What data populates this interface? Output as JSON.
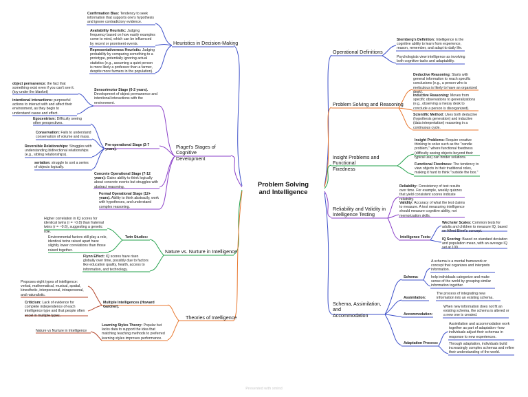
{
  "center": {
    "title_line1": "Problem Solving",
    "title_line2": "and Intelligence"
  },
  "footer": {
    "text": "Presented with xmind"
  },
  "colors": {
    "blue": "#3c4fc9",
    "green": "#23a14b",
    "orange": "#e8762c",
    "purple": "#8a3fc8",
    "teal": "#1aa6a6",
    "darkred": "#b4452a"
  },
  "branches": {
    "heuristics": {
      "label": "Heuristics in Decision-Making",
      "confirmation": {
        "term": "Confirmation Bias:",
        "desc": "Tendency to seek information that supports one's hypothesis and ignore contradictory evidence."
      },
      "availability": {
        "term": "Availability Heuristic:",
        "desc": "Judging frequency based on how easily examples come to mind, which can be influenced by recent or prominent events."
      },
      "representativeness": {
        "term": "Representativeness Heuristic:",
        "desc": "Judging probability by comparing something to a prototype, potentially ignoring actual statistics (e.g., assuming a quiet person is more likely a professor than a farmer, despite more farmers in the population)."
      }
    },
    "piaget": {
      "label_line1": "Piaget's Stages of Cognitive",
      "label_line2": "Development",
      "sensorimotor": {
        "term": "Sensorimotor Stage (0-2 years).",
        "desc": "Development of object permanence and intentional interactions with the environment."
      },
      "object_permanence": {
        "term": "object permanence:",
        "desc": "the fact that something exist even if you can't see it. (toy under the blanket)"
      },
      "intentional": {
        "term": "intentional interactions:",
        "desc": "purposeful actions to interact with and affect their environment, as they begin to understand cause and effect."
      },
      "preop": {
        "label": "Pre-operational Stage (2-7 years)."
      },
      "egocentrism": {
        "term": "Egocentrism:",
        "desc": "Difficulty seeing other perspectives."
      },
      "conservation": {
        "term": "Conservation:",
        "desc": "Fails to understand conservation of volume and mass."
      },
      "reversible": {
        "term": "Reversible Relationships:",
        "desc": "Struggles with understanding bidirectional relationships (e.g., sibling relationships)."
      },
      "seriation": {
        "term": "seriation:",
        "desc": "struggle to sort a series of objects logically."
      },
      "concrete": {
        "term": "Concrete Operational Stage (7-12 years):",
        "desc": "Gains ability to think logically about concrete events but struggles with abstract reasoning."
      },
      "formal": {
        "term": "Formal Operational Stage (12+ years).",
        "desc": "Ability to think abstractly, work with hypotheses, and understand complex reasoning."
      }
    },
    "nature": {
      "label": "Nature vs. Nurture in Intelligence",
      "twin_label": "Twin Studies:",
      "twin_high": {
        "desc": "Higher correlation in IQ scores for identical twins (r = ~0.8) than fraternal twins (r = ~0.6), suggesting a genetic role."
      },
      "twin_env": {
        "desc": "Environmental factors still play a role, identical twins raised apart have slightly lower correlations than those raised together."
      },
      "flynn": {
        "term": "Flynn Effect:",
        "desc": "IQ scores have risen globally over time, possibly due to factors like education quality, health, access to information, and technology."
      }
    },
    "theories": {
      "label": "Theories of Intelligence",
      "multiple": {
        "label": "Multiple Intelligences (Howard Gardner)."
      },
      "proposes": {
        "desc": "Proposes eight types of intelligence: verbal, mathematical, musical, spatial, kinesthetic, interpersonal, intrapersonal, and naturalistic."
      },
      "criticism": {
        "term": "Criticism:",
        "desc": "Lack of evidence for complete independence of each intelligence type and that people often excel in multiple types."
      },
      "learning": {
        "term": "Learning Styles Theory:",
        "desc": "Popular but lacks data to support the idea that matching teaching methods to preferred learning styles improves performance."
      },
      "nature_nurture": {
        "label": "Nature vs Nurture in Intelligence"
      }
    },
    "operational": {
      "label": "Operational Definitions",
      "sternberg": {
        "term": "Sternberg's Definition:",
        "desc": "Intelligence is the cognitive ability to learn from experience, reason, remember, and adapt to daily life."
      },
      "psych": {
        "desc": "Psychologists view intelligence as involving both cognitive tasks and adaptability."
      }
    },
    "reasoning": {
      "label": "Problem Solving and Reasoning",
      "deductive": {
        "term": "Deductive Reasoning:",
        "desc": "Starts with general information to reach specific conclusions (e.g., a person who is meticulous is likely to have an organized desk)."
      },
      "inductive": {
        "term": "Inductive Reasoning:",
        "desc": "Moves from specific observations to generalizations (e.g., observing a messy desk to conclude a person is disorganized)."
      },
      "scientific": {
        "term": "Scientific Method:",
        "desc": "Uses both deductive (hypothesis generation) and inductive (data interpretation) reasoning in a continuous cycle."
      }
    },
    "insight": {
      "label_line1": "Insight Problems and Functional",
      "label_line2": "Fixedness",
      "insight": {
        "term": "Insight Problems:",
        "desc": "Require creative thinking to solve such as the \"candle problem,\" where functional fixedness (difficulty seeing objects beyond their typical use) can hinder solutions."
      },
      "fixedness": {
        "term": "Functional Fixedness:",
        "desc": "The tendency to view objects in their traditional roles, making it hard to think \"outside the box.\""
      }
    },
    "reliability": {
      "label_line1": "Reliability and Validity in",
      "label_line2": "Intelligence Testing",
      "reliability": {
        "term": "Reliability:",
        "desc": "Consistency of test results over time. For example, weekly quizzes that yield consistent scores indicate reliability."
      },
      "validity": {
        "term": "Validity:",
        "desc": "Accuracy of what the test claims to measure. A test measuring intelligence should measure cognitive ability, not memorization skills."
      },
      "iq_tests_label": "Intelligence Tests:",
      "wechsler": {
        "term": "Wechsler Scales:",
        "desc": "Common tests for adults and children to measure IQ, based on Alfred Binet's concept."
      },
      "iq_scoring": {
        "term": "IQ Scoring:",
        "desc": "Based on standard deviation and population mean, with an average IQ set at 100."
      }
    },
    "schema": {
      "label_line1": "Schema, Assimilation, and",
      "label_line2": "Accommodation",
      "schema_label": "Schema:",
      "schema_def": {
        "desc": "A schema is a mental framework or concept that organizes and interprets information."
      },
      "schema_help": {
        "desc": "help individuals categorize and make sense of the world by grouping similar information together."
      },
      "assimilation_label": "Assimilation:",
      "assimilation_def": {
        "desc": "The process of integrating new information into an existing schema."
      },
      "accommodation_label": "Accommodation:",
      "accommodation_def": {
        "desc": "When new information does not fit an existing schema, the schema is altered or a new one is created."
      },
      "adaptation_label": "Adaptation Process:",
      "adaptation_def1": {
        "desc": "Assimilation and accommodation work together as part of adaptation--how individuals adjust their schemas in response to new experiences."
      },
      "adaptation_def2": {
        "desc": "Through adaptation, individuals build increasingly complex schemas and refine their understanding of the world."
      }
    }
  }
}
